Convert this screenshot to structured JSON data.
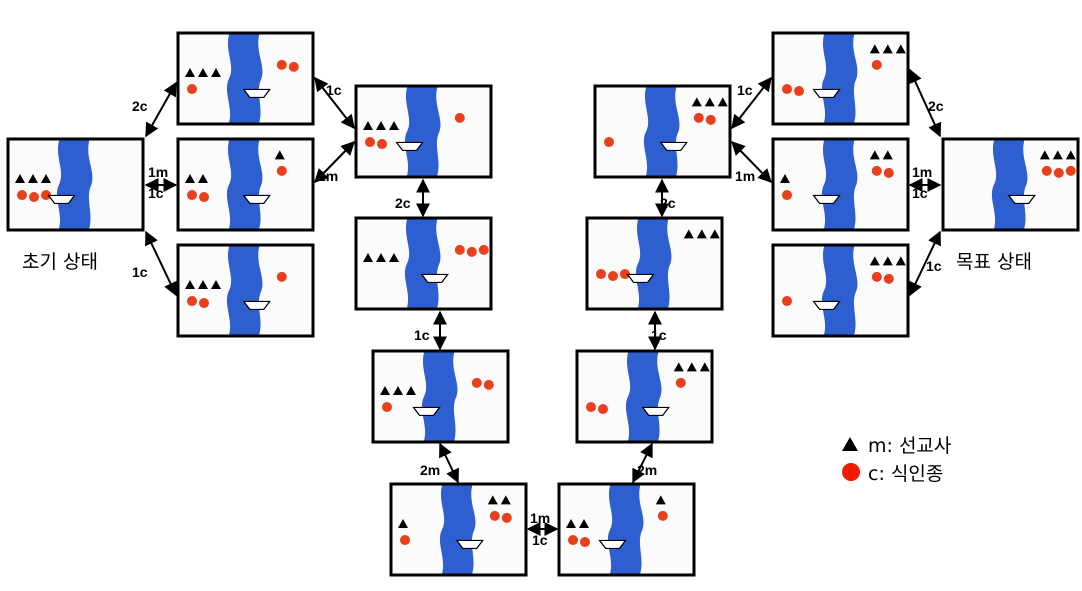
{
  "labels": {
    "initial_state": "초기 상태",
    "goal_state": "목표 상태"
  },
  "legend": {
    "missionary_symbol": "m: 선교사",
    "cannibal_symbol": "c: 식인종"
  },
  "edges": [
    {
      "id": "e1",
      "label": "2c"
    },
    {
      "id": "e2",
      "label": "1m\n1c"
    },
    {
      "id": "e3",
      "label": "1c"
    },
    {
      "id": "e4",
      "label": "1c"
    },
    {
      "id": "e5",
      "label": "1m"
    },
    {
      "id": "e6",
      "label": "2c"
    },
    {
      "id": "e7",
      "label": "1c"
    },
    {
      "id": "e8",
      "label": "2m"
    },
    {
      "id": "e9",
      "label": "1m\n1c"
    },
    {
      "id": "e10",
      "label": "2m"
    },
    {
      "id": "e11",
      "label": "1c"
    },
    {
      "id": "e12",
      "label": "2c"
    },
    {
      "id": "e13",
      "label": "1c"
    },
    {
      "id": "e14",
      "label": "1m"
    },
    {
      "id": "e15",
      "label": "2c"
    },
    {
      "id": "e16",
      "label": "1m\n1c"
    },
    {
      "id": "e17",
      "label": "1c"
    }
  ],
  "colors": {
    "river": "#2e5fd1",
    "cannibal": "#e8401c",
    "missionary": "#000000",
    "boat": "#ffffff"
  }
}
